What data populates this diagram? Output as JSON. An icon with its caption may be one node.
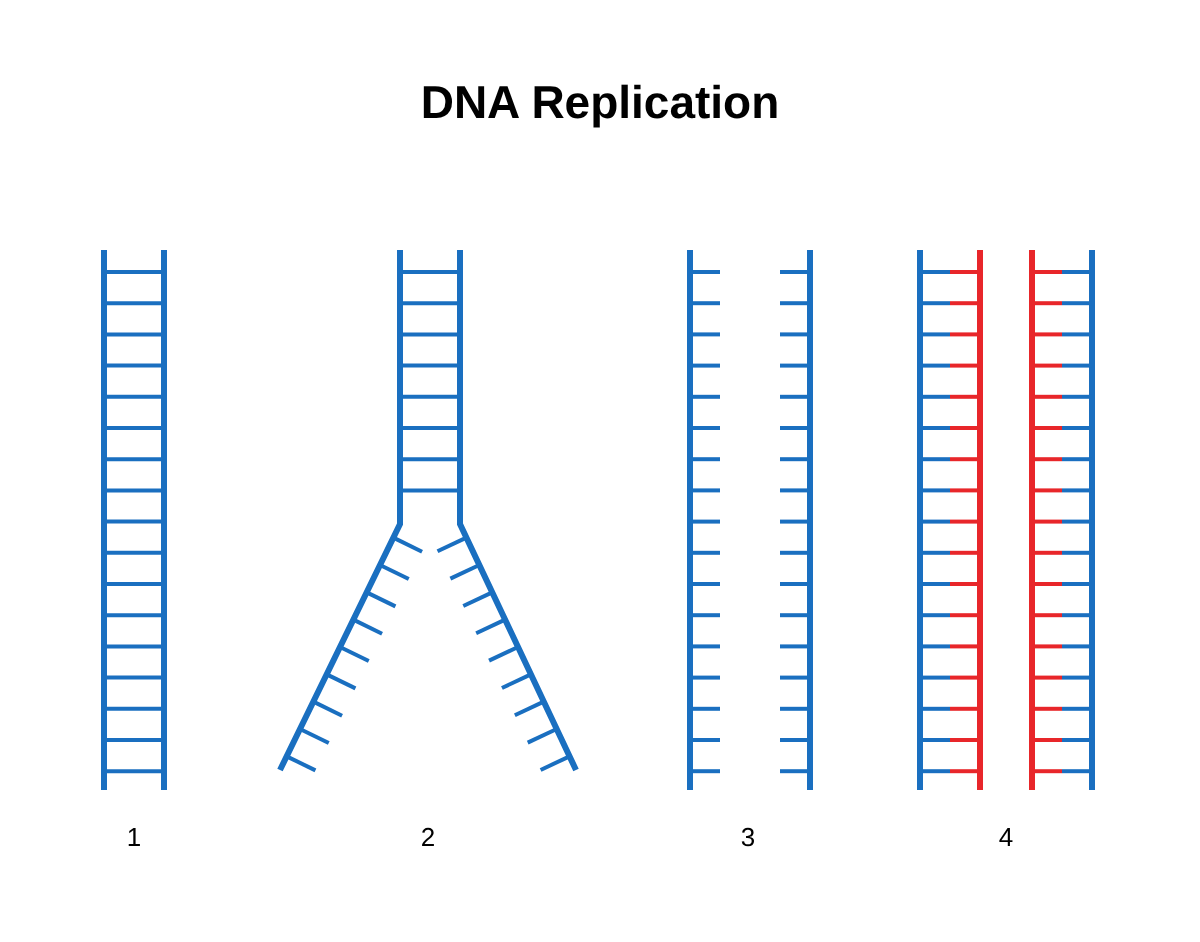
{
  "diagram": {
    "title": "DNA Replication",
    "labels": [
      "1",
      "2",
      "3",
      "4"
    ]
  }
}
